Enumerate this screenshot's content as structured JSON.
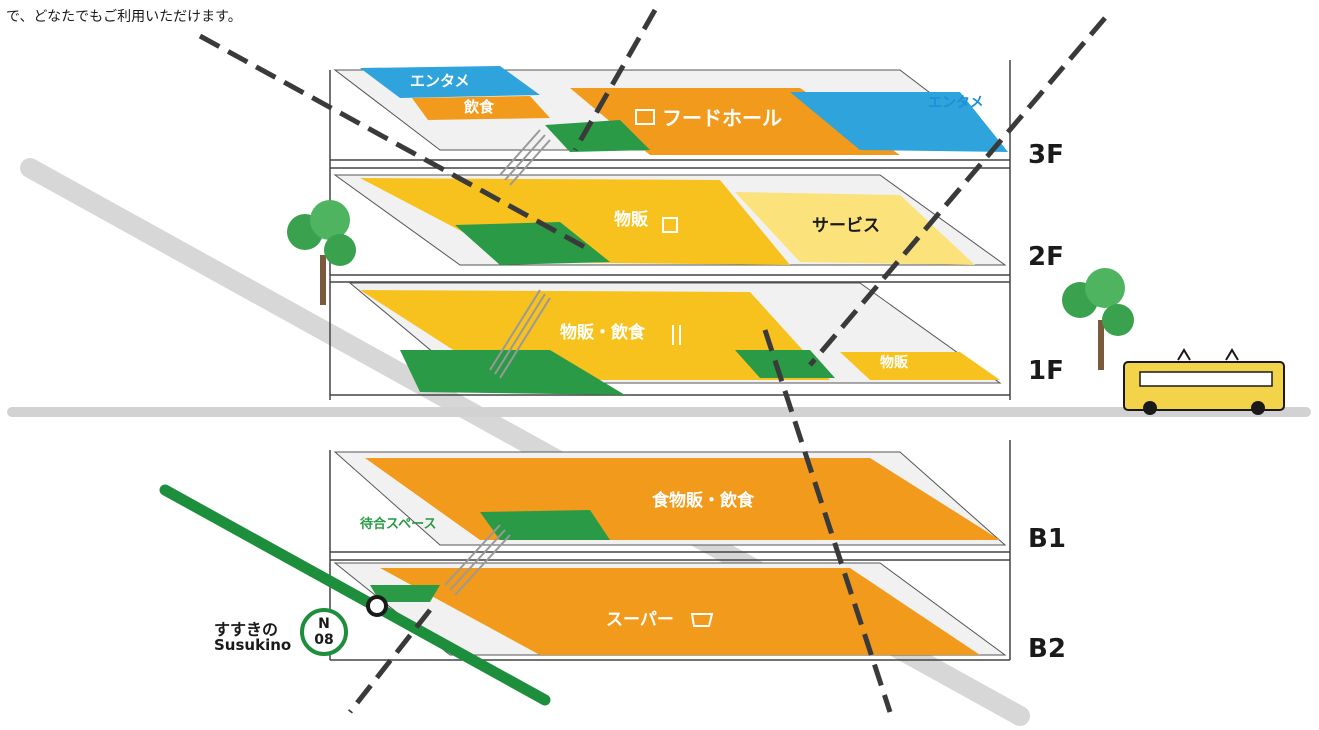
{
  "caption": "で、どなたでもご利用いただけます。",
  "floors": [
    "3F",
    "2F",
    "1F",
    "B1",
    "B2"
  ],
  "zones": {
    "f3_entame_left": "エンタメ",
    "f3_inshoku": "飲食",
    "f3_foodhall": "フードホール",
    "f3_entame_right": "エンタメ",
    "f2_buppan": "物販",
    "f2_service": "サービス",
    "f1_buppan_inshoku": "物販・飲食",
    "f1_buppan": "物販",
    "b1_shoku_buppan_inshoku": "食物販・飲食",
    "b1_waiting": "待合スペース",
    "b2_super": "スーパー"
  },
  "station": {
    "name_ja": "すすきの",
    "name_en": "Susukino",
    "line_letter": "N",
    "number": "08"
  },
  "colors": {
    "orange": "#f29a1b",
    "yellow": "#f7c21e",
    "light_yellow": "#fbe27a",
    "blue": "#2ea3dc",
    "green": "#2a9a46",
    "subway_green": "#1d8e3c",
    "gray": "#cfcfcf",
    "tram_yellow": "#f3d34a"
  },
  "icons": [
    "shopping-bag-icon",
    "fork-knife-icon",
    "cart-icon",
    "food-tray-icon",
    "tree-icon",
    "tram-icon",
    "station-marker-icon"
  ]
}
